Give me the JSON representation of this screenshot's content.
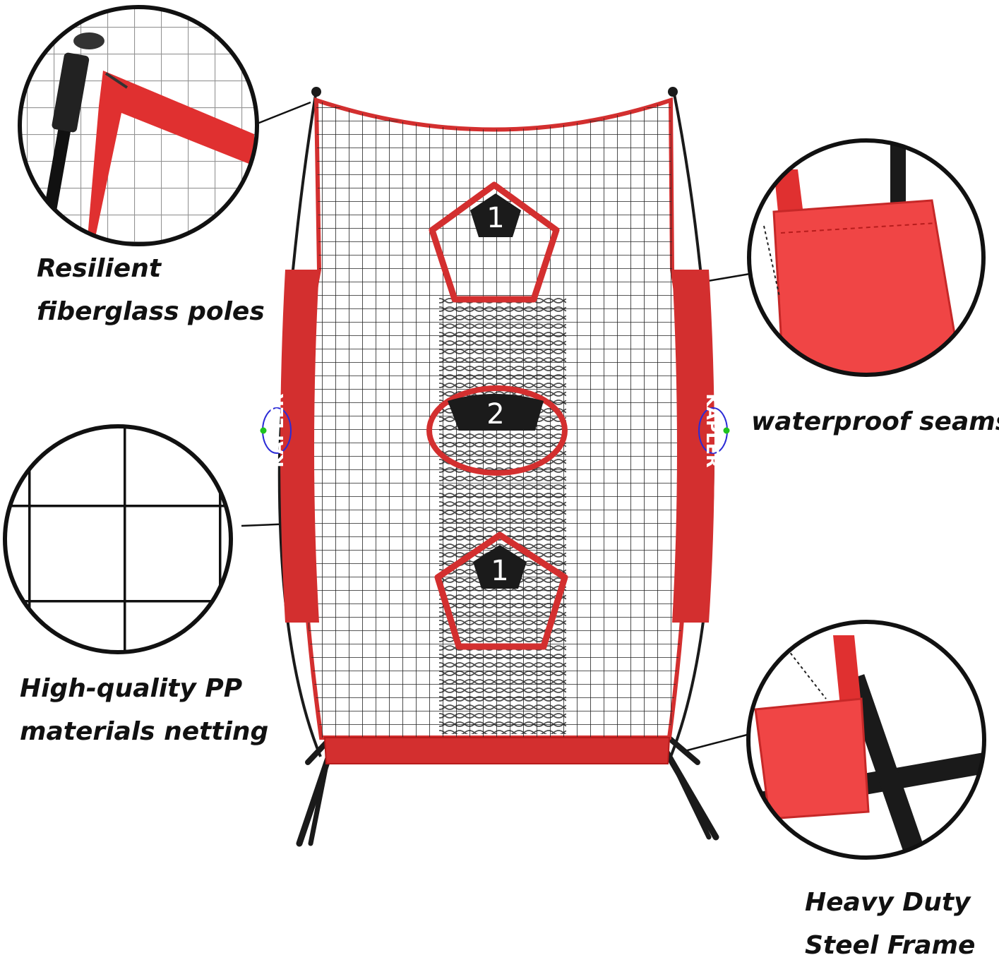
{
  "brand": {
    "name": "KAPLER",
    "colors": {
      "net_red": "#d32f2f",
      "net_dark_red": "#b71c1c",
      "frame": "#1a1a1a",
      "mesh": "#222222",
      "target_plate": "#1b1b1b",
      "logo_blue": "#2b2bd6",
      "logo_green": "#1ec31e"
    }
  },
  "targets": {
    "top": {
      "number": "1"
    },
    "middle": {
      "number": "2"
    },
    "bottom": {
      "number": "1"
    }
  },
  "callouts": {
    "poles": {
      "line1": "Resilient",
      "line2": "fiberglass poles",
      "icon": "pole-tip-closeup"
    },
    "seams": {
      "line1": "waterproof seams",
      "icon": "seam-closeup"
    },
    "netting": {
      "line1": "High-quality PP",
      "line2": "materials netting",
      "icon": "net-mesh-closeup"
    },
    "frame": {
      "line1": "Heavy Duty",
      "line2": "Steel Frame",
      "icon": "steel-frame-closeup"
    }
  }
}
